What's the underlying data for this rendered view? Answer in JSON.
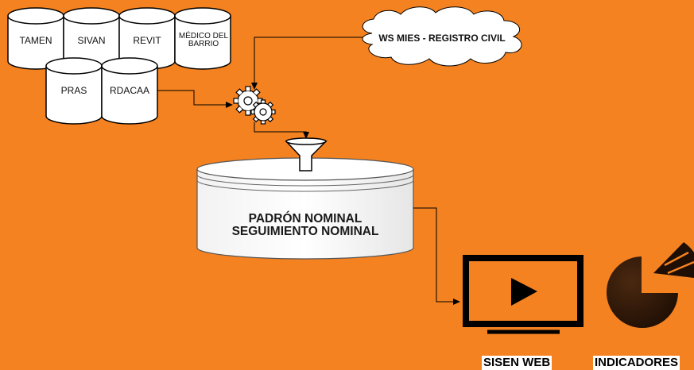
{
  "sources": [
    {
      "id": "tamen",
      "label": "TAMEN"
    },
    {
      "id": "sivan",
      "label": "SIVAN"
    },
    {
      "id": "revit",
      "label": "REVIT"
    },
    {
      "id": "medico",
      "label": "MÉDICO DEL BARRIO"
    },
    {
      "id": "pras",
      "label": "PRAS"
    },
    {
      "id": "rdacaa",
      "label": "RDACAA"
    }
  ],
  "web_service": {
    "label": "WS MIES - REGISTRO CIVIL"
  },
  "central_db": {
    "line1": "PADRÓN NOMINAL",
    "line2": "SEGUIMIENTO NOMINAL"
  },
  "outputs": {
    "sisen_web": "SISEN WEB",
    "indicadores": "INDICADORES"
  },
  "colors": {
    "background": "#F58220",
    "shape_fill": "#FFFFFF",
    "stroke": "#000000",
    "icon_dark": "#2A1608"
  }
}
